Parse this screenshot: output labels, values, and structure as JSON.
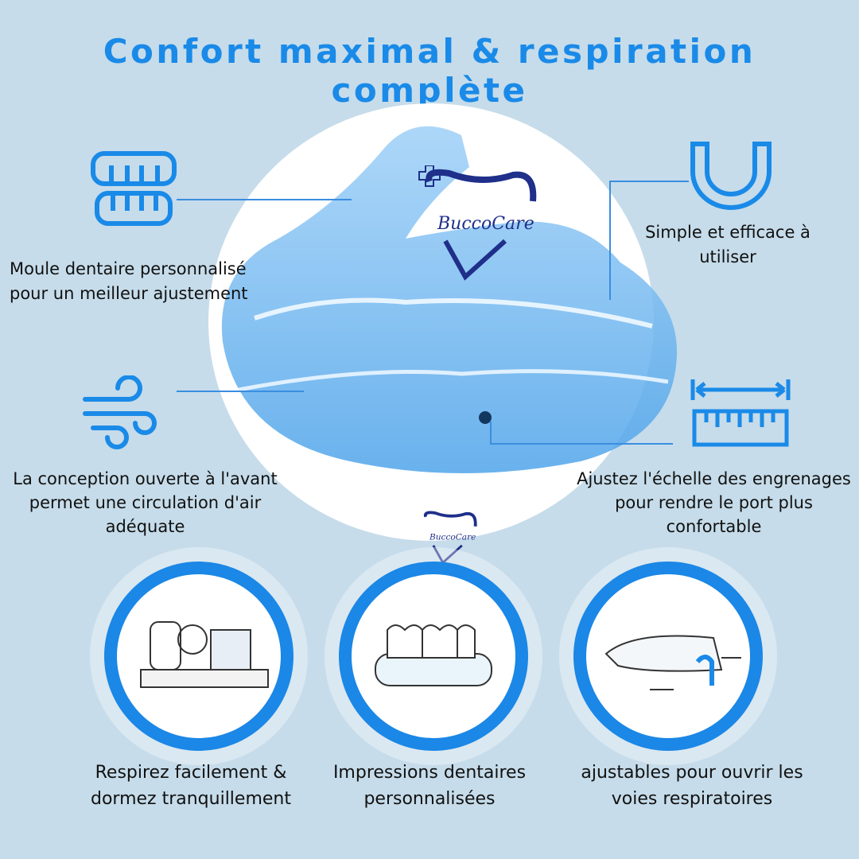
{
  "title": "Confort maximal & respiration complète",
  "brand": "BuccoCare",
  "features": {
    "mold": "Moule dentaire personnalisé pour un meilleur ajustement",
    "simple": "Simple et efficace à utiliser",
    "airflow": "La conception ouverte à l'avant permet une circulation d'air adéquate",
    "adjust": "Ajustez l'échelle des engrenages pour rendre le port plus confortable"
  },
  "badges": [
    {
      "caption": "Respirez facilement & dormez tranquillement"
    },
    {
      "caption": "Impressions dentaires personnalisées"
    },
    {
      "caption": "ajustables pour ouvrir les voies respiratoires"
    }
  ],
  "colors": {
    "accent": "#1a8ae8",
    "background": "#c6dcea",
    "brand": "#1f2f8a"
  }
}
